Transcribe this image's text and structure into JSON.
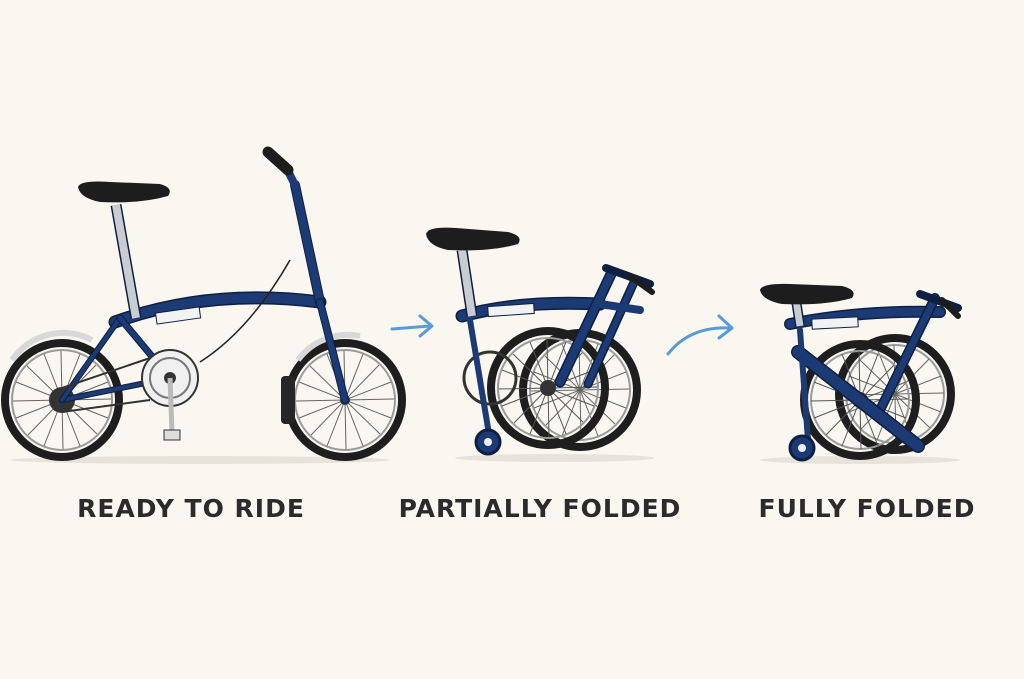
{
  "stages": [
    {
      "id": "ready",
      "label": "READY TO RIDE"
    },
    {
      "id": "partial",
      "label": "PARTIALLY FOLDED"
    },
    {
      "id": "full",
      "label": "FULLY FOLDED"
    }
  ],
  "colors": {
    "background": "#f9f7f0",
    "frame": "#1c3a73",
    "frame_outline": "#0e1f42",
    "tire": "#1e1e1e",
    "saddle": "#1d1d1d",
    "seatpost": "#c9ccd0",
    "arrow": "#5a9ad6",
    "label": "#2b2b2b"
  },
  "icons": {
    "arrow_1": "arrow-right-icon",
    "arrow_2": "arrow-curved-icon"
  }
}
